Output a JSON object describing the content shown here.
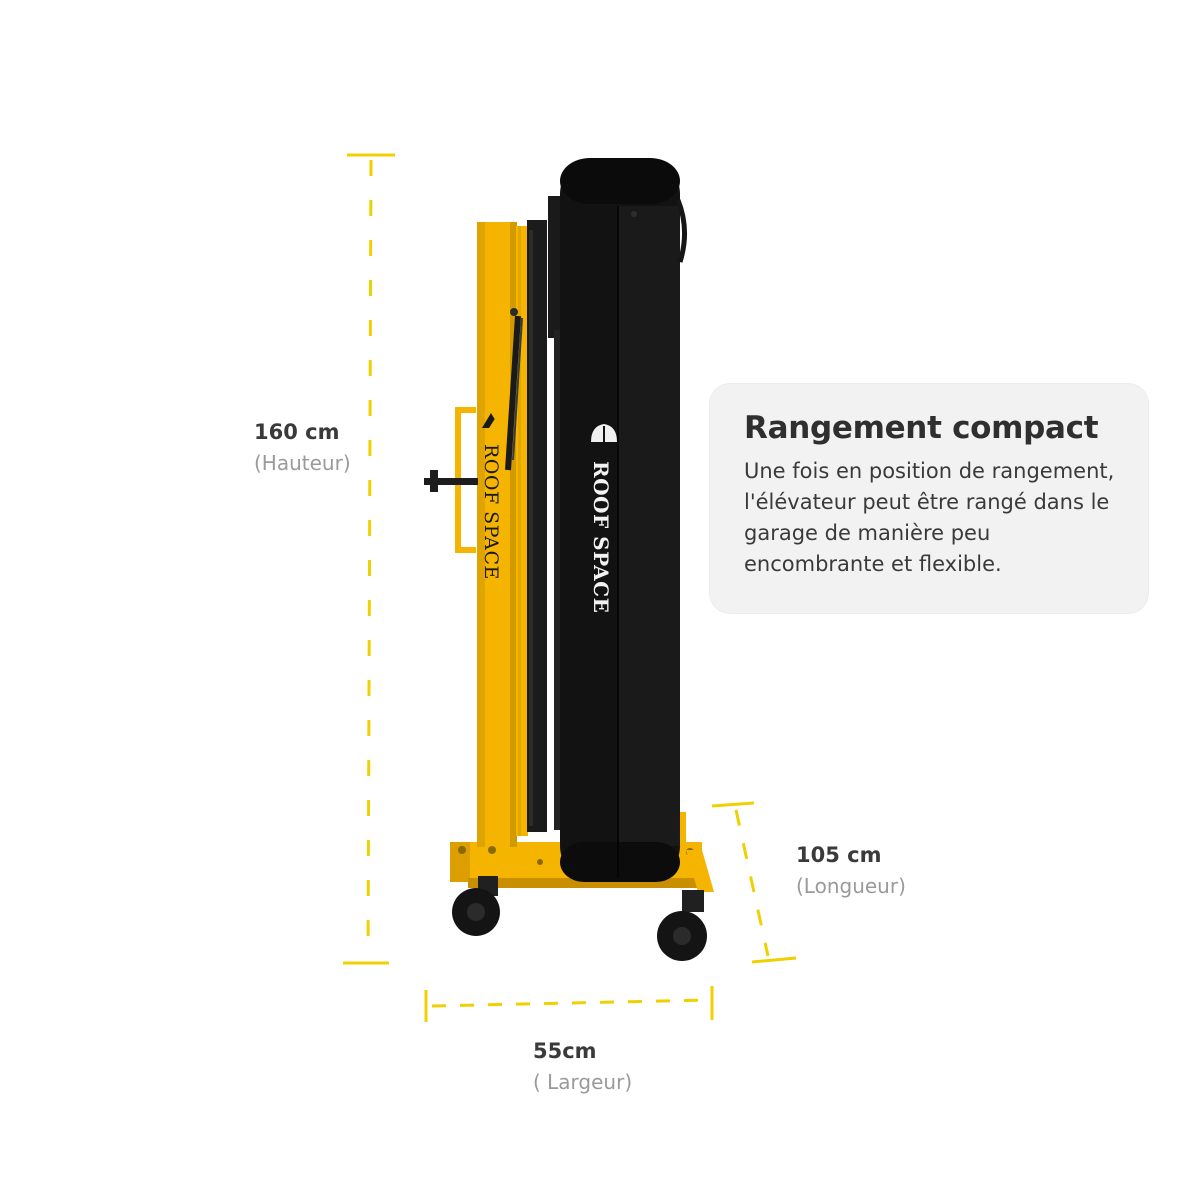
{
  "colors": {
    "accent_yellow": "#f2c500",
    "dimension_line": "#f0d000",
    "frame_yellow": "#f4b400",
    "tent_black": "#111111",
    "card_background": "#f2f2f2"
  },
  "brand": {
    "logo_text_frame": "ROOF SPACE",
    "logo_text_tent": "ROOF SPACE"
  },
  "dimensions": {
    "height": {
      "value": "160 cm",
      "label": "(Hauteur)"
    },
    "length": {
      "value": "105 cm",
      "label": "(Longueur)"
    },
    "width": {
      "value": "55cm",
      "label": "( Largeur)"
    }
  },
  "info_card": {
    "title": "Rangement compact",
    "body": "Une fois en position de rangement, l'élévateur peut être rangé dans le garage de manière peu encombrante et flexible."
  }
}
